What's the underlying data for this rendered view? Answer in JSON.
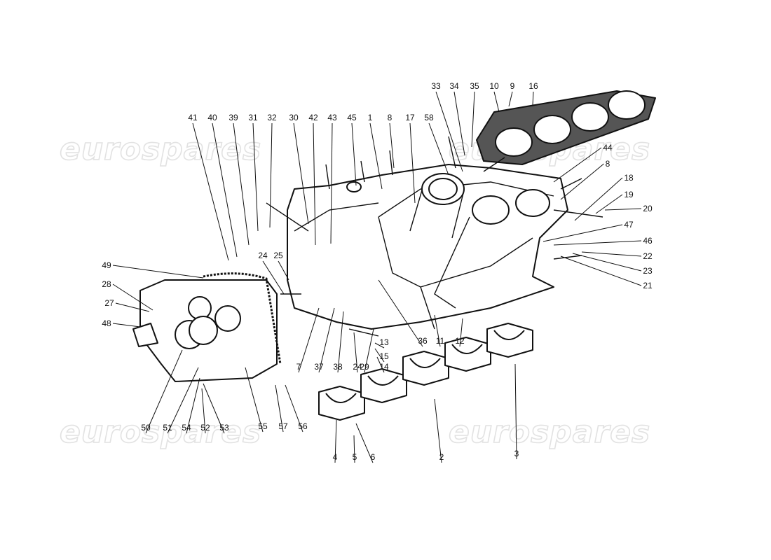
{
  "watermark": "eurospares",
  "callouts": [
    "41",
    "40",
    "39",
    "31",
    "32",
    "30",
    "42",
    "43",
    "45",
    "1",
    "8",
    "17",
    "58",
    "33",
    "34",
    "35",
    "10",
    "9",
    "16",
    "44",
    "8",
    "18",
    "19",
    "20",
    "47",
    "46",
    "22",
    "23",
    "21",
    "49",
    "28",
    "27",
    "48",
    "24",
    "25",
    "7",
    "37",
    "38",
    "24",
    "29",
    "13",
    "15",
    "14",
    "36",
    "11",
    "12",
    "50",
    "51",
    "54",
    "52",
    "53",
    "55",
    "57",
    "56",
    "4",
    "5",
    "6",
    "2",
    "3"
  ]
}
